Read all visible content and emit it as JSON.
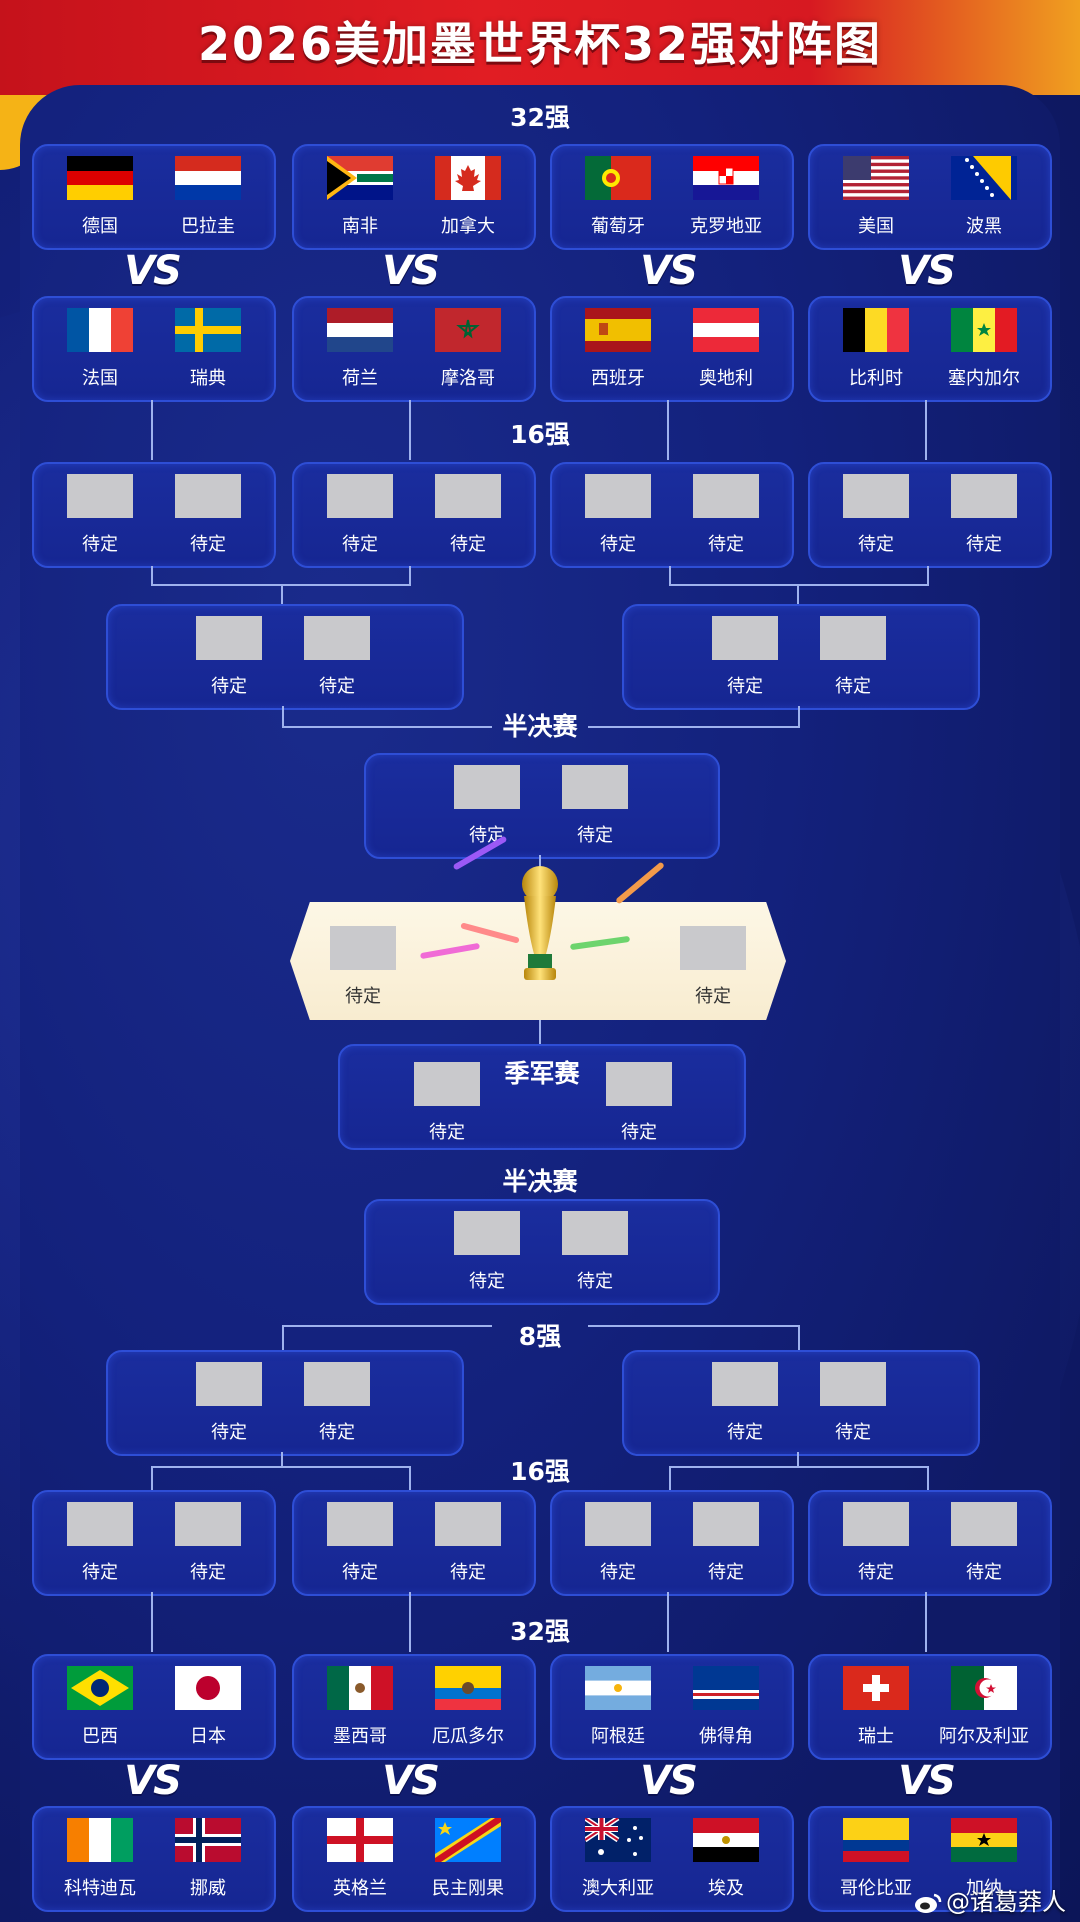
{
  "title": "2026美加墨世界杯32强对阵图",
  "labels": {
    "r32_top": "32强",
    "r16_top": "16强",
    "semi_top": "半决赛",
    "third_place": "季军赛",
    "semi_bottom": "半决赛",
    "qf_bottom": "8强",
    "r16_bottom": "16强",
    "r32_bottom": "32强",
    "vs": "VS",
    "tbd": "待定"
  },
  "top_r32_upper": [
    [
      "德国",
      "巴拉圭"
    ],
    [
      "南非",
      "加拿大"
    ],
    [
      "葡萄牙",
      "克罗地亚"
    ],
    [
      "美国",
      "波黑"
    ]
  ],
  "top_r32_lower": [
    [
      "法国",
      "瑞典"
    ],
    [
      "荷兰",
      "摩洛哥"
    ],
    [
      "西班牙",
      "奥地利"
    ],
    [
      "比利时",
      "塞内加尔"
    ]
  ],
  "bottom_r32_upper": [
    [
      "巴西",
      "日本"
    ],
    [
      "墨西哥",
      "厄瓜多尔"
    ],
    [
      "阿根廷",
      "佛得角"
    ],
    [
      "瑞士",
      "阿尔及利亚"
    ]
  ],
  "bottom_r32_lower": [
    [
      "科特迪瓦",
      "挪威"
    ],
    [
      "英格兰",
      "民主刚果"
    ],
    [
      "澳大利亚",
      "埃及"
    ],
    [
      "哥伦比亚",
      "加纳"
    ]
  ],
  "watermark": "@诸葛莽人",
  "colors": {
    "header_red": "#e11d23",
    "background_navy": "#13207a",
    "card_blue": "#1a2d9e",
    "card_border": "#2e4ed6",
    "final_cream": "#fdf7e6"
  }
}
